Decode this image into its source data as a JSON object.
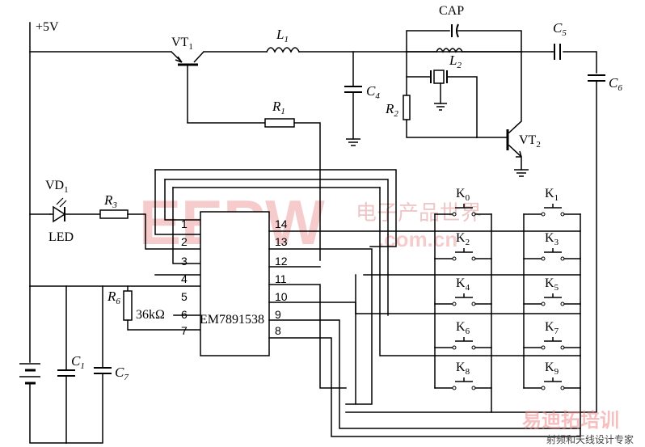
{
  "supply": {
    "label": "+5V"
  },
  "components": {
    "vt1": "VT",
    "vt1_sub": "1",
    "l1": "L",
    "l1_sub": "1",
    "cap": "CAP",
    "l2": "L",
    "l2_sub": "2",
    "c5": "C",
    "c5_sub": "5",
    "c6": "C",
    "c6_sub": "6",
    "c4": "C",
    "c4_sub": "4",
    "r1": "R",
    "r1_sub": "1",
    "r2": "R",
    "r2_sub": "2",
    "vt2": "VT",
    "vt2_sub": "2",
    "vd1": "VD",
    "vd1_sub": "1",
    "led": "LED",
    "r3": "R",
    "r3_sub": "3",
    "r6": "R",
    "r6_sub": "6",
    "r6_value": "36kΩ",
    "c1": "C",
    "c1_sub": "1",
    "c7": "C",
    "c7_sub": "7"
  },
  "ic": {
    "name": "EM7891538",
    "left_pins": [
      "1",
      "2",
      "3",
      "4",
      "5",
      "6",
      "7"
    ],
    "right_pins": [
      "14",
      "13",
      "12",
      "11",
      "10",
      "9",
      "8"
    ]
  },
  "keys": [
    {
      "letter": "K",
      "sub": "0"
    },
    {
      "letter": "K",
      "sub": "1"
    },
    {
      "letter": "K",
      "sub": "2"
    },
    {
      "letter": "K",
      "sub": "3"
    },
    {
      "letter": "K",
      "sub": "4"
    },
    {
      "letter": "K",
      "sub": "5"
    },
    {
      "letter": "K",
      "sub": "6"
    },
    {
      "letter": "K",
      "sub": "7"
    },
    {
      "letter": "K",
      "sub": "8"
    },
    {
      "letter": "K",
      "sub": "9"
    }
  ],
  "watermarks": {
    "eepw": "EEPW",
    "eepw_cn": "电子产品世界",
    "eepw_url": ".com.cn",
    "site_cn": "易迪拓培训",
    "site_sub": "射频和天线设计专家"
  }
}
